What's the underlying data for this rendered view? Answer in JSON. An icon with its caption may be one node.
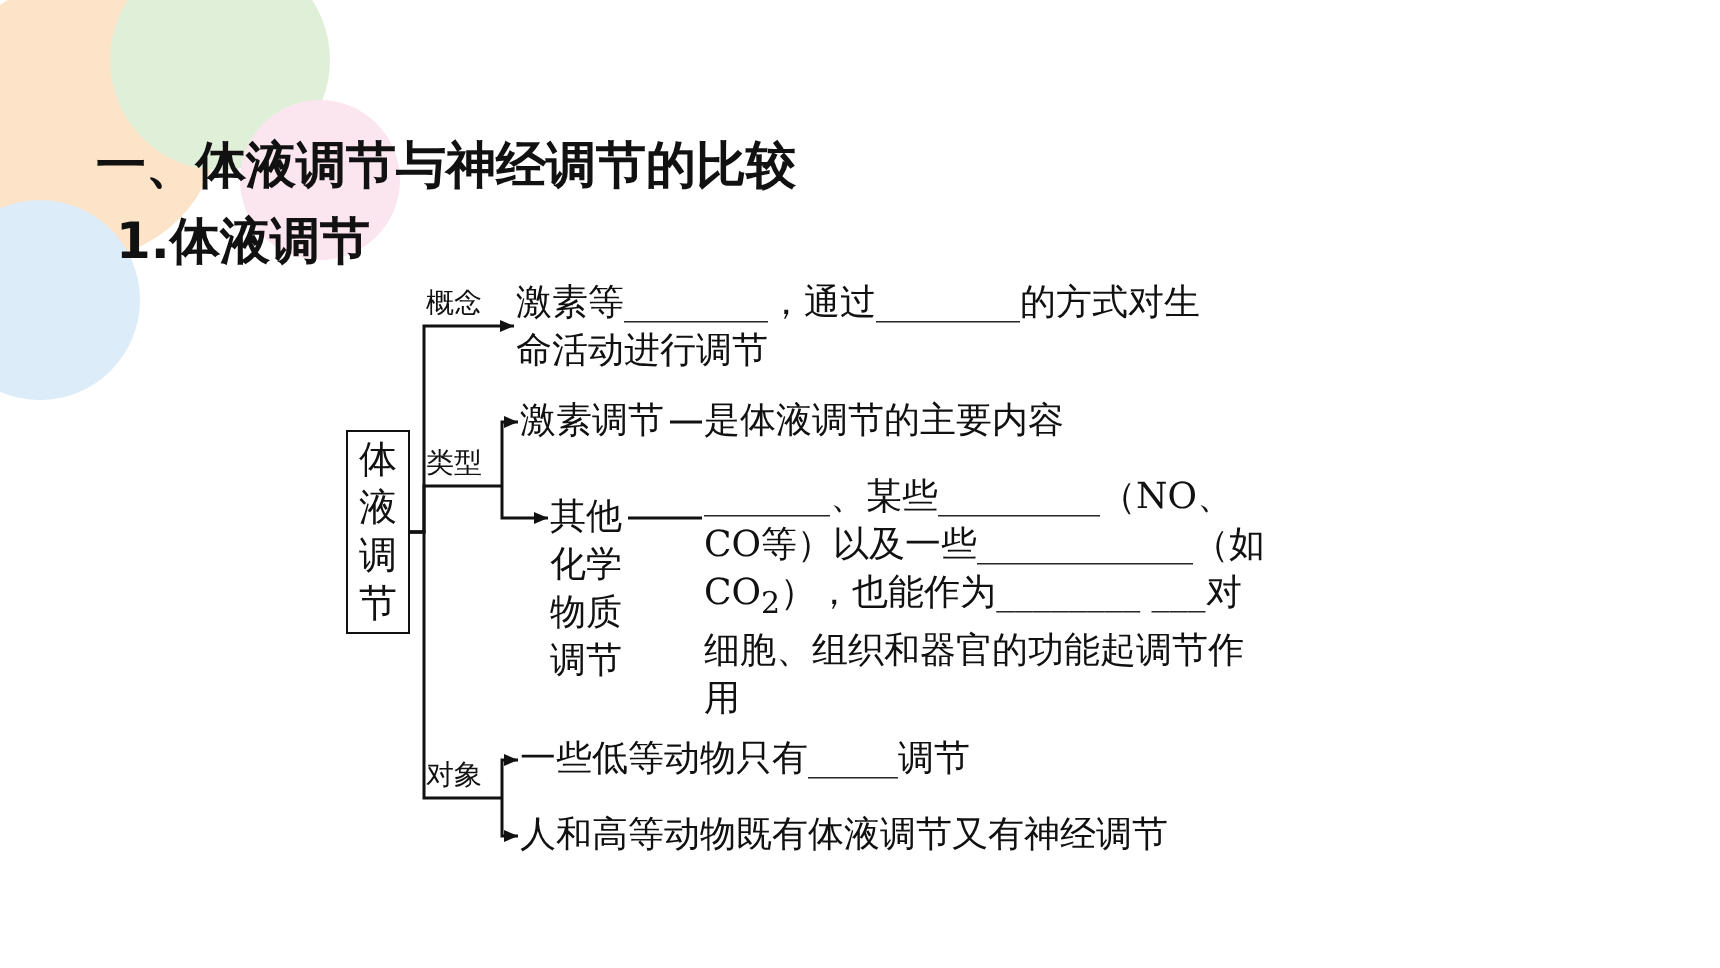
{
  "diagram": {
    "title": "一、体液调节与神经调节的比较",
    "nodes": [
      {
        "text": [
          "体液调节"
        ]
      },
      {
        "text": [
          "概念"
        ]
      },
      {
        "text": [
          "激素等________，通过________的方式对生命活动进行调节"
        ]
      },
      {
        "text": [
          "类型"
        ]
      },
      {
        "text": [
          "激素调节"
        ]
      },
      {
        "text": [
          "是体液调节的主要内容"
        ]
      },
      {
        "text": [
          "其他化学物质调节"
        ]
      },
      {
        "text": [
          "_______、某些_________（NO、CO等）以及一些____________（如CO$_{2}$），也能作为________ ___对细胞、组织和器官的功能起调节作用"
        ]
      },
      {
        "text": [
          "对象"
        ]
      },
      {
        "text": [
          "一些低等动物只有_____调节"
        ]
      },
      {
        "text": [
          "人和高等动物既有体液调节又有神经调节"
        ]
      }
    ],
    "edges": [
      {
        "from": 0,
        "to": 1,
        "arrow": "none"
      },
      {
        "from": 1,
        "to": 2,
        "arrow": "to"
      },
      {
        "from": 0,
        "to": 3,
        "arrow": "none"
      },
      {
        "from": 3,
        "to": 4,
        "arrow": "to"
      },
      {
        "from": 4,
        "to": 5,
        "arrow": "none"
      },
      {
        "from": 3,
        "to": 6,
        "arrow": "to"
      },
      {
        "from": 6,
        "to": 7,
        "arrow": "none"
      },
      {
        "from": 0,
        "to": 8,
        "arrow": "none"
      },
      {
        "from": 8,
        "to": 9,
        "arrow": "to"
      },
      {
        "from": 8,
        "to": 10,
        "arrow": "to"
      }
    ],
    "labels": [
      "1.体液调节"
    ]
  }
}
